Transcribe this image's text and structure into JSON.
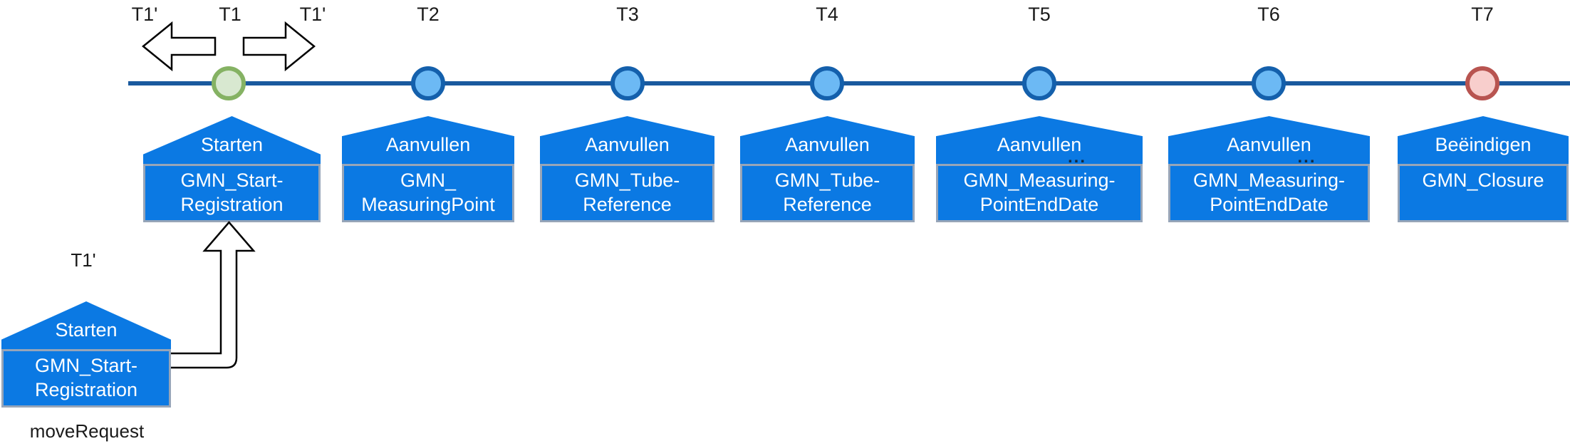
{
  "diagram_title": "GMN registration object lifecycle timeline",
  "palette": {
    "timeline_line": "#1a5a9e",
    "card_blue": "#0b79e3",
    "card_border_gray": "#97a5b8",
    "node_blue_fill": "#6cb9f4",
    "node_blue_border": "#1460ac",
    "node_green_fill": "#d8e8d0",
    "node_green_border": "#85b263",
    "node_red_fill": "#f8cecc",
    "node_red_border": "#b85450",
    "card_text": "#ffffff",
    "label_text": "#1a1a1a"
  },
  "move_arrows": {
    "left_label": "T1'",
    "right_label": "T1'",
    "left_arrow": "hollow-arrow-pointing-left",
    "right_arrow": "hollow-arrow-pointing-right"
  },
  "stages": [
    {
      "t_label": "T1",
      "node": "green",
      "action": "Starten",
      "line1": "GMN_Start-",
      "line2": "Registration",
      "dots": ""
    },
    {
      "t_label": "T2",
      "node": "blue",
      "action": "Aanvullen",
      "line1": "GMN_",
      "line2": "MeasuringPoint",
      "dots": ""
    },
    {
      "t_label": "T3",
      "node": "blue",
      "action": "Aanvullen",
      "line1": "GMN_Tube-",
      "line2": "Reference",
      "dots": ""
    },
    {
      "t_label": "T4",
      "node": "blue",
      "action": "Aanvullen",
      "line1": "GMN_Tube-",
      "line2": "Reference",
      "dots": ""
    },
    {
      "t_label": "T5",
      "node": "blue",
      "action": "Aanvullen",
      "line1": "GMN_Measuring-",
      "line2": "PointEndDate",
      "dots": "..."
    },
    {
      "t_label": "T6",
      "node": "blue",
      "action": "Aanvullen",
      "line1": "GMN_Measuring-",
      "line2": "PointEndDate",
      "dots": "..."
    },
    {
      "t_label": "T7",
      "node": "red",
      "action": "Beëindigen",
      "line1": "GMN_Closure",
      "line2": "",
      "dots": ""
    }
  ],
  "detached_stage": {
    "t_label": "T1'",
    "action": "Starten",
    "line1": "GMN_Start-",
    "line2": "Registration",
    "caption": "moveRequest",
    "connector": "hollow-elbow-arrow-pointing-up-to-T1-card"
  }
}
